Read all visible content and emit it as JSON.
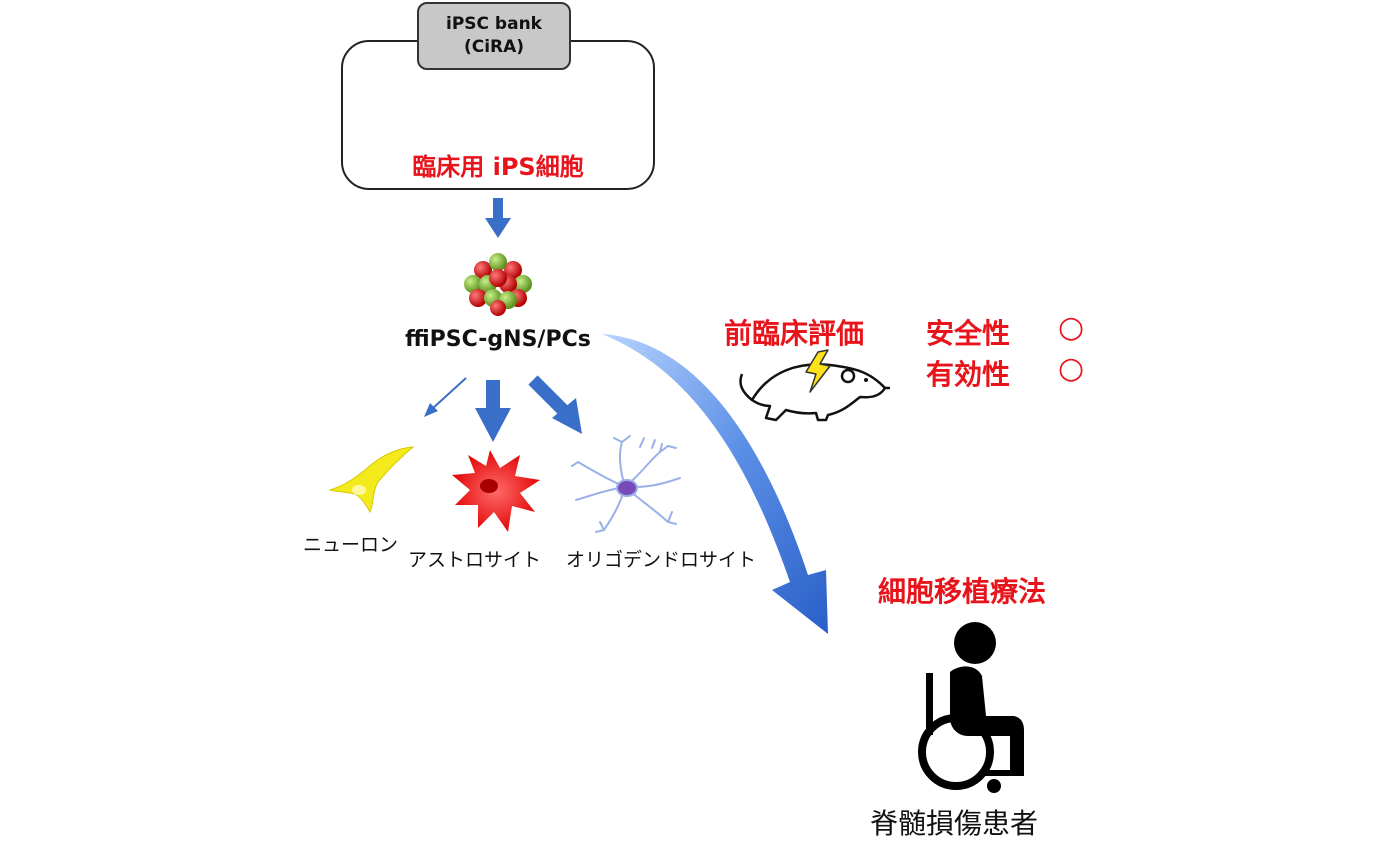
{
  "bank": {
    "title": "iPSC bank",
    "subtitle": "(CiRA)"
  },
  "ips_cell_label": "臨床用 iPS細胞",
  "nspc_label": "ffiPSC-gNS/PCs",
  "cell_types": {
    "neuron": "ニューロン",
    "astrocyte": "アストロサイト",
    "oligodendrocyte": "オリゴデンドロサイト"
  },
  "preclinical": {
    "title": "前臨床評価",
    "safety": "安全性",
    "efficacy": "有効性",
    "mark": "○"
  },
  "therapy_label": "細胞移植療法",
  "patient_label": "脊髄損傷患者",
  "icons": [
    "ips-cell-icon",
    "neurosphere-icon",
    "neuron-icon",
    "astrocyte-icon",
    "oligodendrocyte-icon",
    "mouse-icon",
    "lightning-icon",
    "wheelchair-patient-icon"
  ],
  "colors": {
    "accent_red": "#e8141c",
    "arrow_blue": "#3a6fc9",
    "cell_yellow": "#f2ea1a",
    "nucleus_blue": "#4a64c8"
  }
}
